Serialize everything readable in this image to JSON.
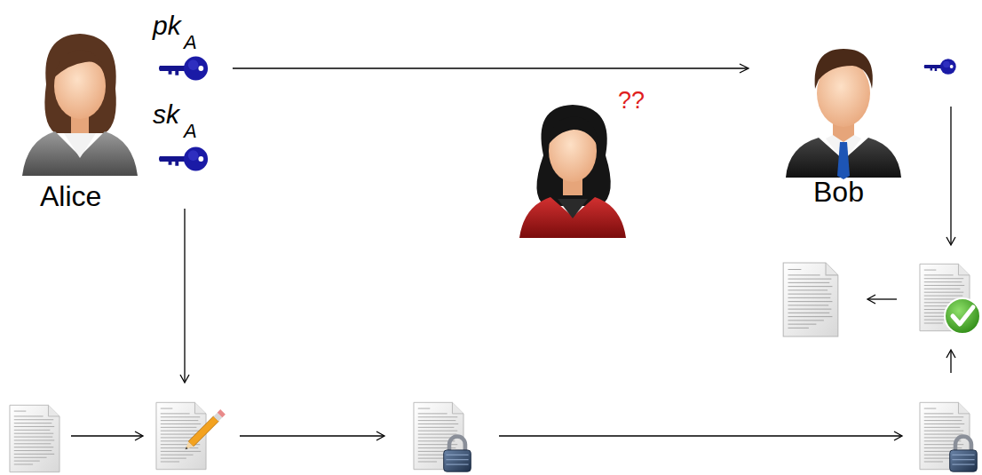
{
  "diagram": {
    "nodes": [
      {
        "text": [
          "Alice"
        ]
      },
      {
        "text": [
          "Bob"
        ]
      },
      {
        "text": [
          "??"
        ]
      }
    ],
    "edges": [
      {
        "from": 0,
        "to": 1,
        "arrow": "to"
      }
    ],
    "labels": [
      "pk",
      "A",
      "sk",
      "A"
    ]
  }
}
